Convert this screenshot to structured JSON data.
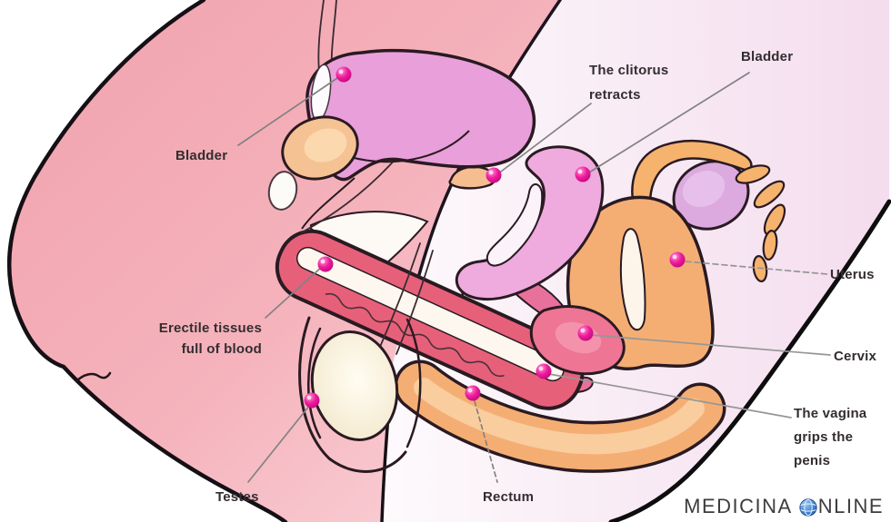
{
  "diagram": {
    "labels": {
      "bladder_male": "Bladder",
      "clitoris": [
        "The clitorus",
        "retracts"
      ],
      "bladder_female": "Bladder",
      "erectile": [
        "Erectile tissues",
        "full of blood"
      ],
      "testes": "Testes",
      "rectum": "Rectum",
      "uterus": "Uterus",
      "cervix": "Cervix",
      "vagina": [
        "The vagina",
        "grips the",
        "penis"
      ]
    },
    "watermark": {
      "left": "MEDICINA",
      "right": "NLINE",
      "globe_icon": "globe-icon"
    },
    "colors": {
      "male_body_outline": "#151015",
      "male_bladder": "#e99fd9",
      "female_bladder": "#efaade",
      "prostate": "#f5c293",
      "erectile_tissue": "#e7607a",
      "glans": "#ee7594",
      "testis": "#f6eeda",
      "uterus": "#f4ae74",
      "fallopian_tube": "#f6b36e",
      "ovary": "#dcaade",
      "vagina_wall": "#e8719b",
      "clitoris": "#f5bd90",
      "marker_dot": "#ed1c9b",
      "leader_line": "#828282",
      "watermark_text": "#3c3c3c",
      "globe_blue": "#2a6fc9"
    }
  }
}
